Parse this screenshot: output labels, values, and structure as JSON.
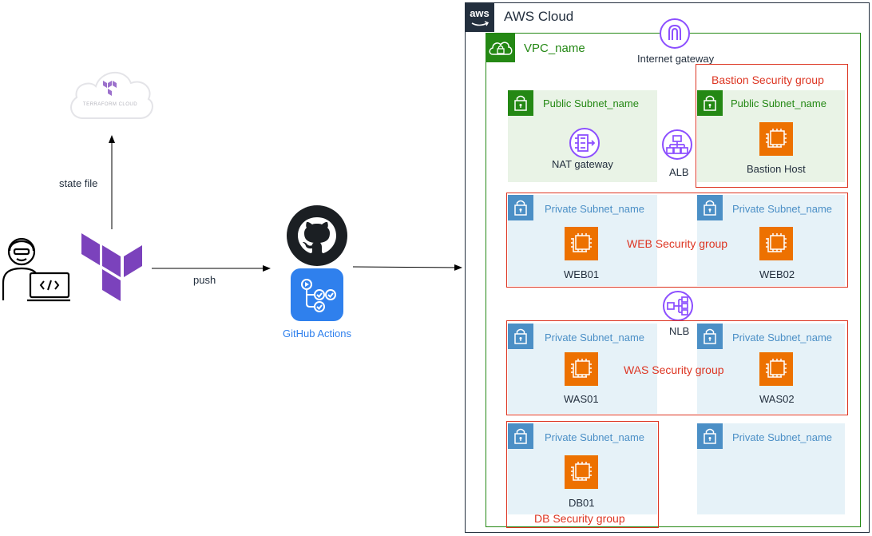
{
  "left": {
    "terraform_cloud_label": "TERRAFORM CLOUD",
    "state_file_label": "state file",
    "push_label": "push",
    "github_actions_label": "GitHub Actions"
  },
  "aws": {
    "logo_text": "aws",
    "cloud_label": "AWS Cloud",
    "vpc_label": "VPC_name",
    "internet_gateway_label": "Internet gateway",
    "nat_gateway_label": "NAT gateway",
    "alb_label": "ALB",
    "nlb_label": "NLB",
    "public_subnet_label": "Public Subnet_name",
    "private_subnet_label": "Private Subnet_name",
    "bastion_sg_label": "Bastion Security group",
    "web_sg_label": "WEB Security group",
    "was_sg_label": "WAS Security group",
    "db_sg_label": "DB Security group",
    "bastion_host_label": "Bastion Host",
    "web01_label": "WEB01",
    "web02_label": "WEB02",
    "was01_label": "WAS01",
    "was02_label": "WAS02",
    "db01_label": "DB01"
  },
  "colors": {
    "aws_border": "#232f3e",
    "vpc_green": "#248814",
    "private_blue": "#4b8fc6",
    "security_red": "#dd3522",
    "ec2_orange": "#ed7100",
    "network_purple": "#8c4fff",
    "terraform_purple": "#7b42bc",
    "github_actions_blue": "#2f80ed"
  }
}
